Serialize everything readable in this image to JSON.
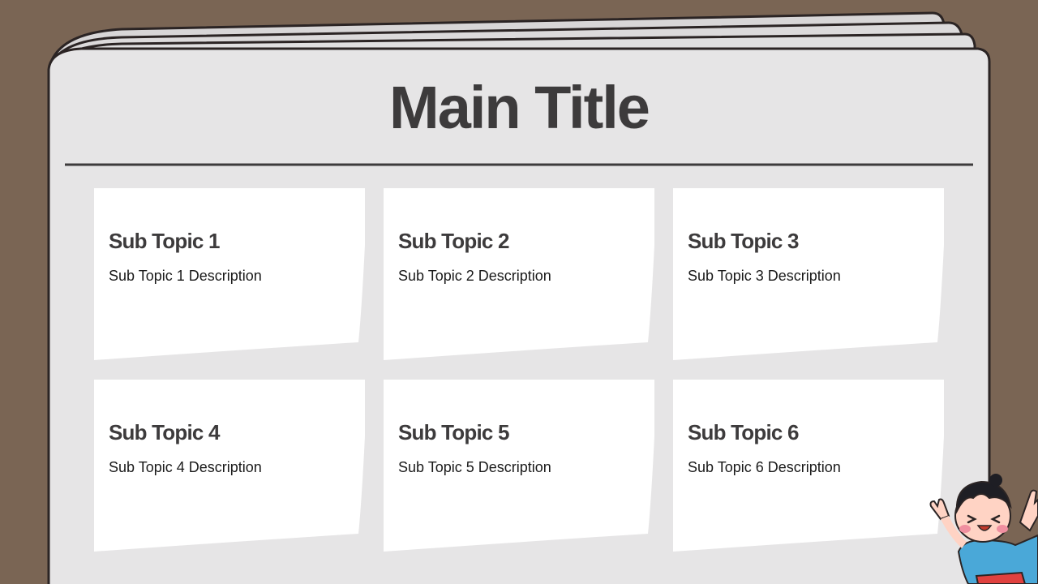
{
  "slide": {
    "title": "Main Title"
  },
  "cards": [
    {
      "heading": "Sub Topic 1",
      "description": "Sub Topic 1 Description"
    },
    {
      "heading": "Sub Topic 2",
      "description": "Sub Topic 2 Description"
    },
    {
      "heading": "Sub Topic 3",
      "description": "Sub Topic 3 Description"
    },
    {
      "heading": "Sub Topic 4",
      "description": "Sub Topic 4 Description"
    },
    {
      "heading": "Sub Topic 5",
      "description": "Sub Topic 5 Description"
    },
    {
      "heading": "Sub Topic 6",
      "description": "Sub Topic 6 Description"
    }
  ],
  "colors": {
    "background": "#7a6554",
    "page": "#e6e5e6",
    "card": "#ffffff",
    "text": "#3d3b3c",
    "outline": "#2b2424"
  },
  "icons": {
    "character": "cheering-kid-illustration"
  }
}
